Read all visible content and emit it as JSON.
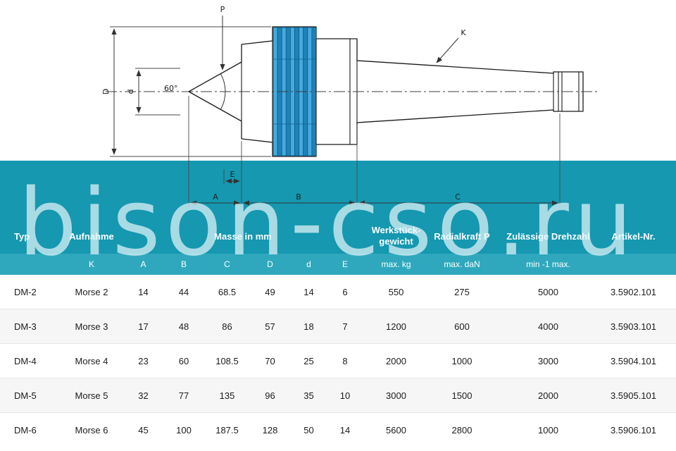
{
  "watermark": {
    "text": "bison-cso.ru"
  },
  "drawing": {
    "labels": {
      "P": "P",
      "K": "K",
      "D": "D",
      "d": "d",
      "angle": "60°",
      "A": "A",
      "B": "B",
      "C": "C",
      "E": "E"
    }
  },
  "colors": {
    "header_teal": "#1598b0",
    "subheader_teal": "#2fa8bd",
    "knurl_light_blue": "#45aadd",
    "knurl_dark_blue": "#1f82b8",
    "row_alt": "#f6f6f6",
    "watermark": "#e3f5fa"
  },
  "table": {
    "header": {
      "typ": "Typ",
      "aufnahme": "Aufnahme",
      "masse": "Masse in mm",
      "werkstueck1": "Werkstück-",
      "werkstueck2": "gewicht",
      "radialkraft": "Radialkraft P",
      "drehzahl": "Zulässige Drehzahl",
      "artikel": "Artikel-Nr."
    },
    "subheader": [
      "K",
      "A",
      "B",
      "C",
      "D",
      "d",
      "E",
      "max. kg",
      "max. daN",
      "min -1 max."
    ],
    "rows": [
      [
        "DM-2",
        "Morse 2",
        "14",
        "44",
        "68.5",
        "49",
        "14",
        "6",
        "550",
        "275",
        "5000",
        "3.5902.101"
      ],
      [
        "DM-3",
        "Morse 3",
        "17",
        "48",
        "86",
        "57",
        "18",
        "7",
        "1200",
        "600",
        "4000",
        "3.5903.101"
      ],
      [
        "DM-4",
        "Morse 4",
        "23",
        "60",
        "108.5",
        "70",
        "25",
        "8",
        "2000",
        "1000",
        "3000",
        "3.5904.101"
      ],
      [
        "DM-5",
        "Morse 5",
        "32",
        "77",
        "135",
        "96",
        "35",
        "10",
        "3000",
        "1500",
        "2000",
        "3.5905.101"
      ],
      [
        "DM-6",
        "Morse 6",
        "45",
        "100",
        "187.5",
        "128",
        "50",
        "14",
        "5600",
        "2800",
        "1000",
        "3.5906.101"
      ]
    ]
  }
}
